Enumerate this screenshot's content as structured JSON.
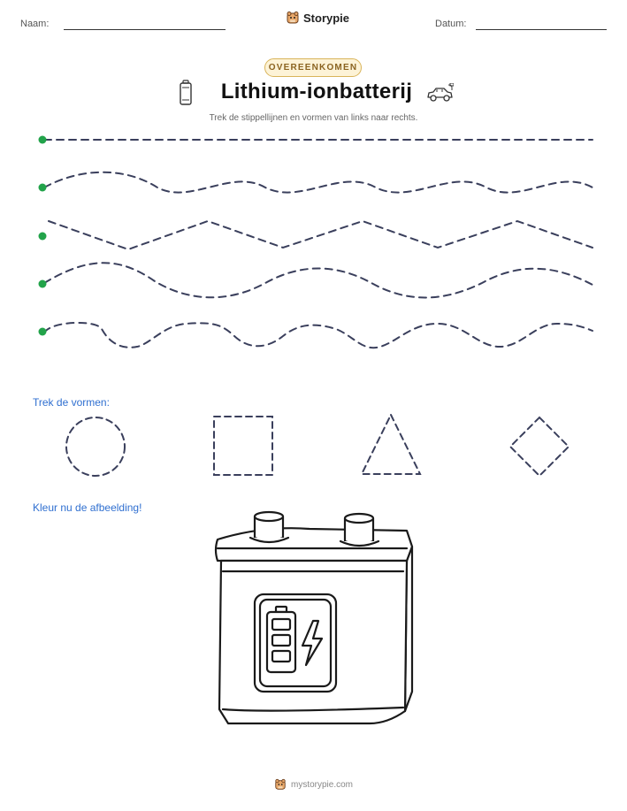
{
  "header": {
    "name_label": "Naam:",
    "date_label": "Datum:",
    "brand": "Storypie"
  },
  "badge": "OVEREENKOMEN",
  "title": "Lithium-ionbatterij",
  "instruction": "Trek de stippellijnen en vormen van links naar rechts.",
  "shapes_label": "Trek de vormen:",
  "color_label": "Kleur nu de afbeelding!",
  "footer": "mystorypie.com",
  "icons": {
    "title_left": "battery-icon",
    "title_right": "electric-car-icon",
    "brand": "storypie-mascot-icon",
    "illustration": "lithium-ion-battery-illustration"
  },
  "colors": {
    "dot": "#22a34a",
    "dash": "#3a3f5c",
    "accent": "#2f6fd0",
    "badge_border": "#d9b45a",
    "badge_bg": "#fdf3d7",
    "badge_text": "#8a6320"
  }
}
